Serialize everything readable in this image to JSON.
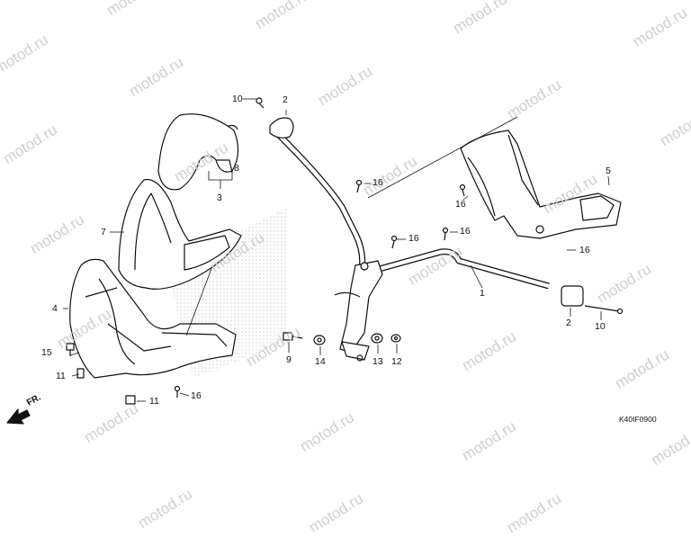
{
  "watermark": {
    "text": "motod.ru"
  },
  "diagram_code": "K40IF0900",
  "direction_label": "FR.",
  "callouts": [
    "10",
    "2",
    "8",
    "3",
    "7",
    "4",
    "15",
    "11",
    "11",
    "16",
    "9",
    "14",
    "13",
    "12",
    "16",
    "16",
    "16",
    "16",
    "1",
    "2",
    "10",
    "5",
    "16"
  ],
  "parts": {
    "handlebar": "1",
    "weight": "2",
    "cover_set": "3",
    "lower_cover": "4",
    "front_cover": "5",
    "upper_cover": "7",
    "emblem": "8",
    "bolt": "9",
    "screw": "10",
    "clip": "11",
    "washer_12": "12",
    "nut_13": "13",
    "washer_14": "14",
    "bolt_15": "15",
    "screw_16": "16"
  },
  "colors": {
    "line": "#111111",
    "watermark": "#cfcfcf",
    "background": "#ffffff"
  }
}
